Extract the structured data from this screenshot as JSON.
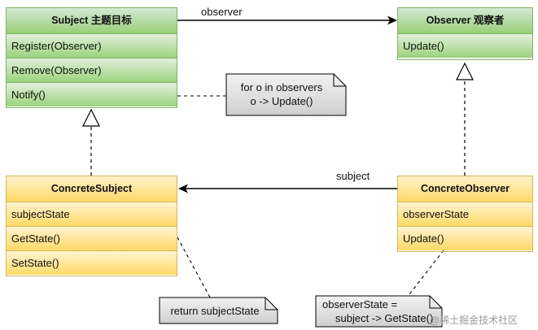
{
  "classes": {
    "subject": {
      "title": "Subject 主题目标",
      "methods": [
        "Register(Observer)",
        "Remove(Observer)",
        "Notify()"
      ]
    },
    "observer": {
      "title": "Observer 观察者",
      "methods": [
        "Update()"
      ]
    },
    "concrete_subject": {
      "title": "ConcreteSubject",
      "rows": [
        "subjectState",
        "GetState()",
        "SetState()"
      ]
    },
    "concrete_observer": {
      "title": "ConcreteObserver",
      "rows": [
        "observerState",
        "Update()"
      ]
    }
  },
  "edges": {
    "observer_label": "observer",
    "subject_label": "subject"
  },
  "notes": {
    "notify": [
      "for o in observers",
      "o -> Update()"
    ],
    "getstate": [
      "return subjectState"
    ],
    "update": [
      "observerState =",
      "subject -> GetState()"
    ]
  },
  "colors": {
    "green_border": "#82b366",
    "yellow_border": "#d6b656",
    "note_fill": "#e6e6e6",
    "line": "#000000"
  },
  "watermark": "@稀土掘金技术社区"
}
